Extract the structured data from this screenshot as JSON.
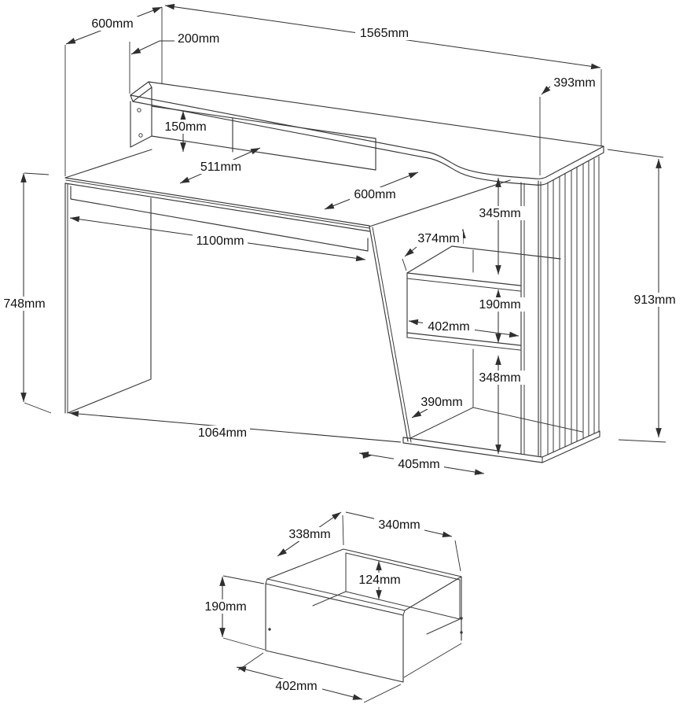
{
  "drawing": {
    "kind": "furniture-dimension-diagram",
    "unit": "mm",
    "line_color": "#3a3a3a",
    "background_color": "#ffffff"
  },
  "main_view": {
    "name": "desk-overview",
    "dimensions": {
      "depth_overall_top": "600mm",
      "riser_depth": "200mm",
      "width_overall": "1565mm",
      "top_right_depth": "393mm",
      "riser_height": "150mm",
      "desktop_clear_depth": "511mm",
      "desktop_depth": "600mm",
      "upper_compartment_height": "345mm",
      "shelf_depth": "374mm",
      "drawer_opening_height": "190mm",
      "shelf_width": "402mm",
      "lower_compartment_height": "348mm",
      "lower_opening_depth": "390mm",
      "desk_height": "748mm",
      "total_height": "913mm",
      "apron_width": "1100mm",
      "desk_width": "1064mm",
      "base_depth": "405mm"
    }
  },
  "drawer_view": {
    "name": "drawer-detail",
    "dimensions": {
      "back_width": "338mm",
      "side_depth": "340mm",
      "inner_height": "124mm",
      "front_height": "190mm",
      "front_width": "402mm"
    }
  }
}
